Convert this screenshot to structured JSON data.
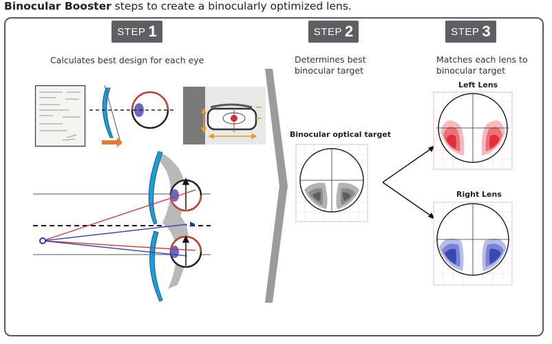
{
  "heading": {
    "bold": "Binocular Booster",
    "rest": " steps to create a binocularly optimized lens."
  },
  "steps": [
    {
      "word": "STEP",
      "num": "1",
      "caption": "Calculates best design for each eye"
    },
    {
      "word": "STEP",
      "num": "2",
      "caption_line1": "Determines best",
      "caption_line2": "binocular target"
    },
    {
      "word": "STEP",
      "num": "3",
      "caption_line1": "Matches each lens to",
      "caption_line2": "binocular target"
    }
  ],
  "labels": {
    "target": "Binocular optical target",
    "left": "Left Lens",
    "right": "Right Lens"
  },
  "colors": {
    "step_bg": "#5e5f62",
    "frame": "#5a5a5a",
    "arrow_gray": "#9b9b9b",
    "lens_blue": "#1e9cd7",
    "orange": "#e8782a",
    "grey_plot": "#8a8a8a",
    "red_plot": "#e0303c",
    "blue_plot": "#3a48b0"
  }
}
